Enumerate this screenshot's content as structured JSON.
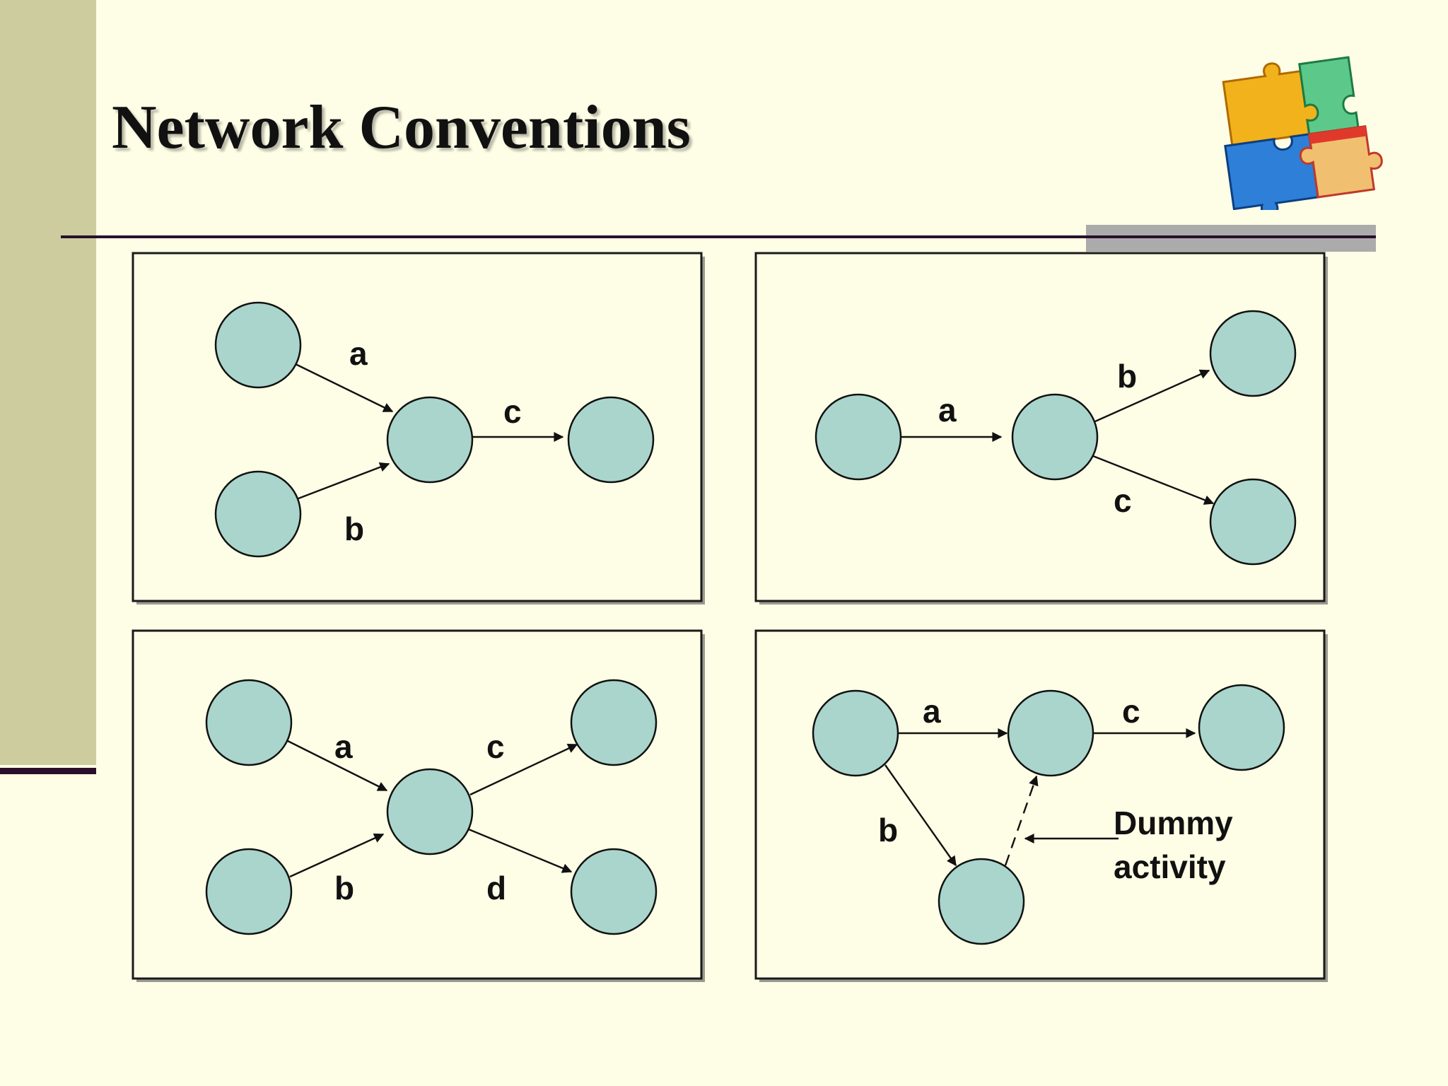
{
  "slide": {
    "title": "Network Conventions",
    "logo_icon": "puzzle-pieces-icon"
  },
  "diagrams": {
    "p1": {
      "a": "a",
      "b": "b",
      "c": "c"
    },
    "p2": {
      "a": "a",
      "b": "b",
      "c": "c"
    },
    "p3": {
      "a": "a",
      "b": "b",
      "c": "c",
      "d": "d"
    },
    "p4": {
      "a": "a",
      "b": "b",
      "c": "c",
      "dummy_line1": "Dummy",
      "dummy_line2": "activity"
    }
  },
  "colors": {
    "node_fill": "#a9d5cc",
    "background": "#fefee6",
    "side_bar": "#cdcc9e",
    "rule": "#2a0f2b"
  }
}
